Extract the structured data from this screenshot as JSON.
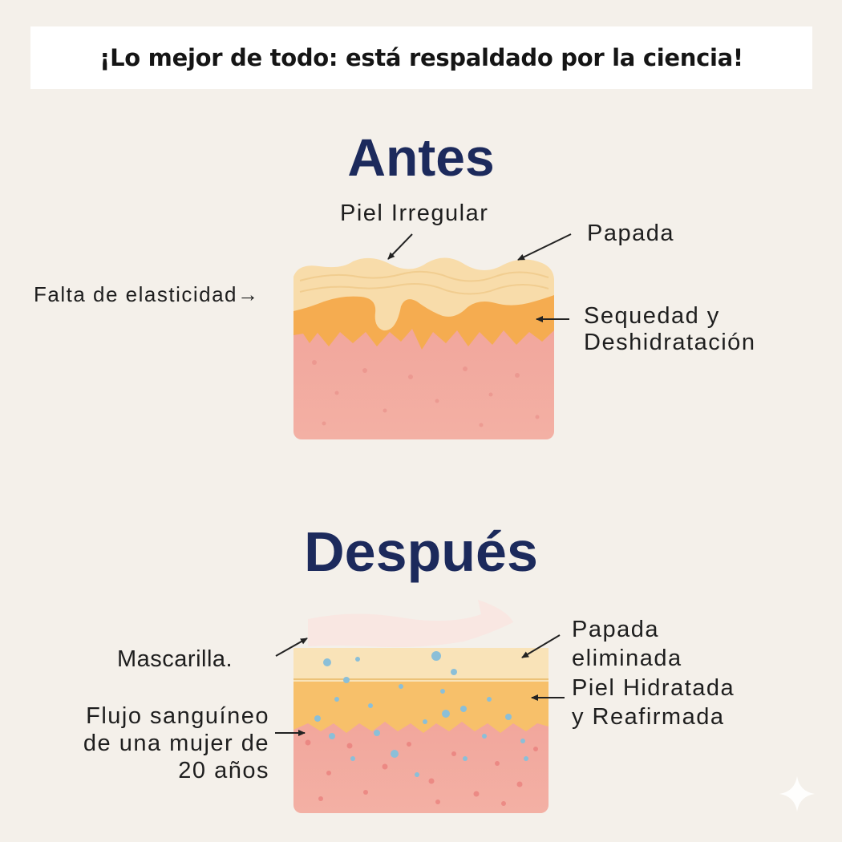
{
  "banner": {
    "text": "¡Lo mejor de todo: está respaldado por la ciencia!"
  },
  "before": {
    "title": "Antes",
    "labels": {
      "irregular": "Piel Irregular",
      "papada": "Papada",
      "elasticidad": "Falta de elasticidad→",
      "sequedad_1": "Sequedad y",
      "sequedad_2": "Deshidratación"
    }
  },
  "after": {
    "title": "Después",
    "labels": {
      "mascarilla": "Mascarilla.",
      "papada_1": "Papada",
      "papada_2": "eliminada",
      "hidratada_1": "Piel Hidratada",
      "hidratada_2": "y Reafirmada",
      "flujo_1": "Flujo sanguíneo",
      "flujo_2": "de una mujer de",
      "flujo_3": "20 años"
    }
  },
  "colors": {
    "heading": "#1c2a5c",
    "skin_top": "#f8dcaa",
    "skin_mid": "#f5ad4e",
    "skin_bottom": "#f1a39b",
    "bubbles": "#8bbfd8"
  }
}
